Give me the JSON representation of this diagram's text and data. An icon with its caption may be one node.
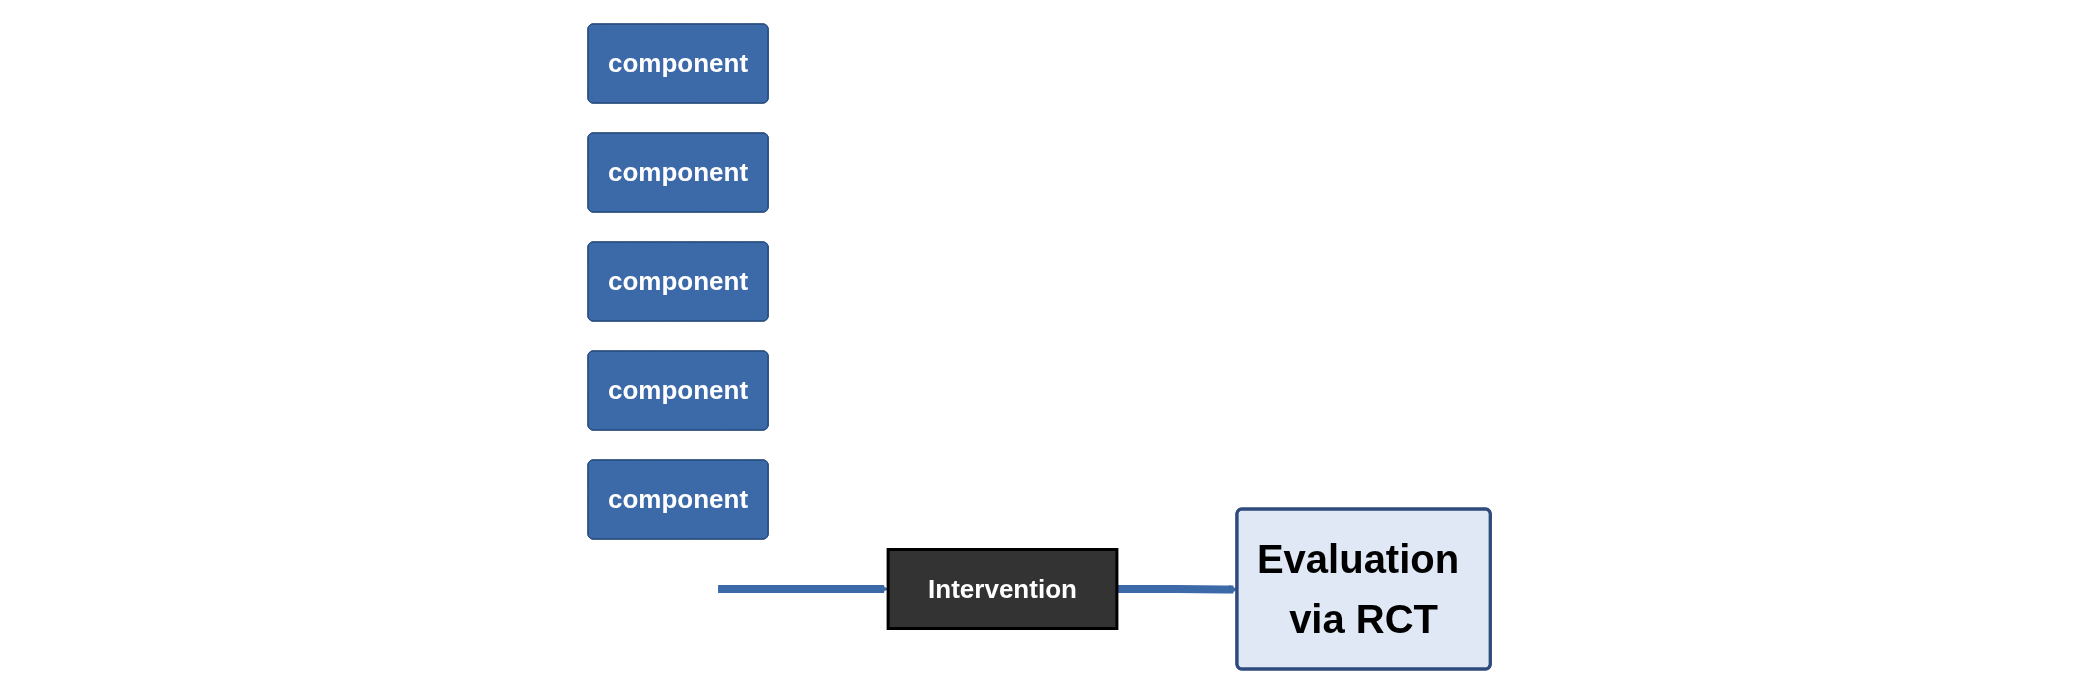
{
  "diagram": {
    "nodes": [
      {
        "text": [
          "component"
        ]
      },
      {
        "text": [
          "component"
        ]
      },
      {
        "text": [
          "component"
        ]
      },
      {
        "text": [
          "component"
        ]
      },
      {
        "text": [
          "component"
        ]
      },
      {
        "text": [
          "Intervention"
        ]
      },
      {
        "text": [
          "Evaluation via RCT"
        ]
      }
    ],
    "edges": [
      {
        "from": null,
        "to": 5,
        "arrow": "to"
      },
      {
        "from": 5,
        "to": 6,
        "arrow": "to"
      }
    ]
  }
}
